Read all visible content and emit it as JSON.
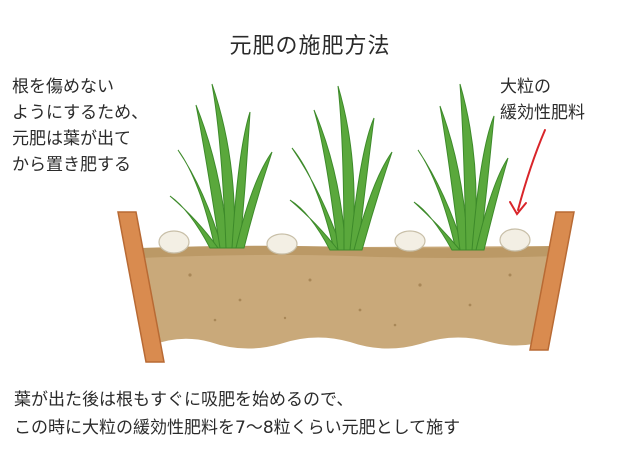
{
  "title": "元肥の施肥方法",
  "left_note": {
    "lines": [
      "根を傷めない",
      "ようにするため、",
      "元肥は葉が出て",
      "から置き肥する"
    ]
  },
  "right_label": {
    "lines": [
      "大粒の",
      "緩効性肥料"
    ]
  },
  "caption": {
    "lines": [
      "葉が出た後は根もすぐに吸肥を始めるので、",
      "この時に大粒の緩効性肥料を7〜8粒くらい元肥として施す"
    ]
  },
  "colors": {
    "soil": "#c9a97a",
    "soil_top": "#bb9966",
    "pot": "#d98b4f",
    "pot_dark": "#b86a34",
    "leaf": "#5aa83c",
    "leaf_dark": "#3d8a2a",
    "fertilizer": "#f3efe4",
    "arrow": "#d9252a"
  }
}
